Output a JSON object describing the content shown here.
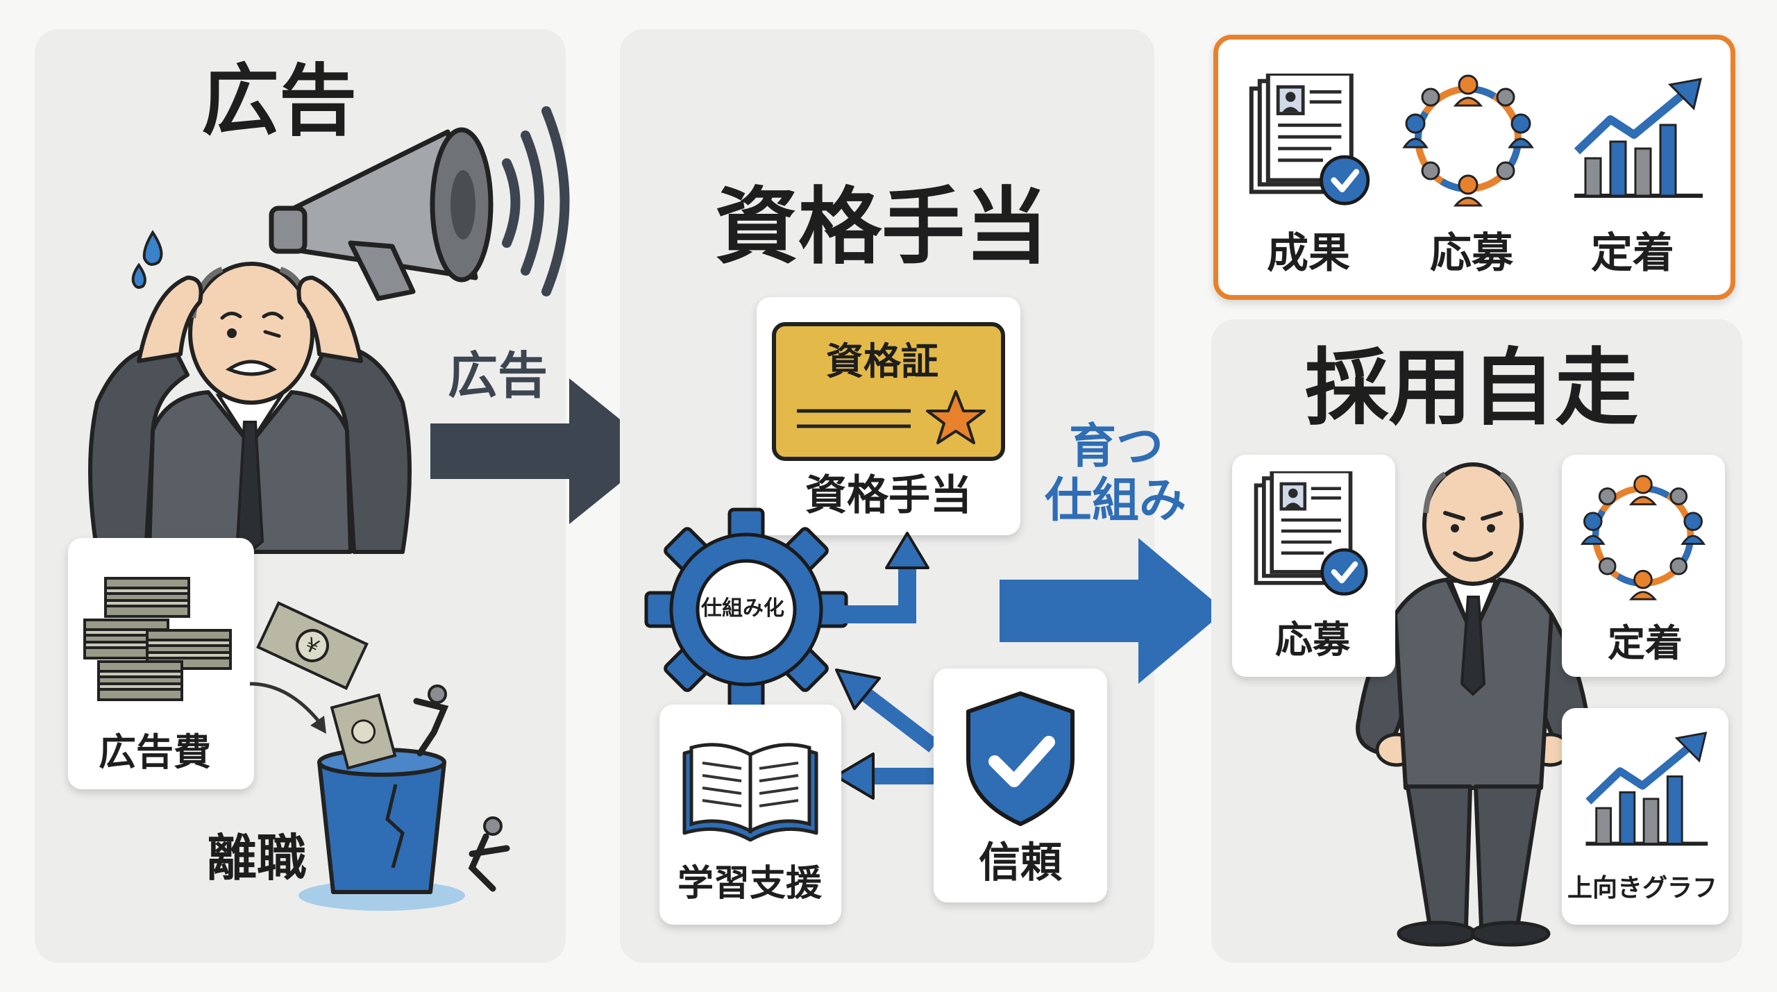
{
  "panel_ad": {
    "title": "広告",
    "ad_cost_label": "広告費",
    "turnover_label": "離職"
  },
  "arrow_ad": {
    "label": "広告"
  },
  "panel_allowance": {
    "title": "資格手当",
    "certificate_card": {
      "title": "資格証",
      "caption": "資格手当"
    },
    "gear_label": "仕組み化",
    "learning_support_label": "学習支援",
    "trust_label": "信頼"
  },
  "arrow_grow": {
    "line1": "育つ",
    "line2": "仕組み"
  },
  "results_box": {
    "items": [
      {
        "label": "成果",
        "icon": "document-check-icon"
      },
      {
        "label": "応募",
        "icon": "people-circle-icon"
      },
      {
        "label": "定着",
        "icon": "bar-chart-up-icon"
      }
    ]
  },
  "panel_self_running": {
    "title": "採用自走",
    "applications_label": "応募",
    "retention_label": "定着",
    "graph_label": "上向きグラフ"
  },
  "colors": {
    "blue": "#2f6db5",
    "orange": "#e8812c",
    "dark_arrow": "#3c4550",
    "gold": "#e3b94a",
    "panel": "#ededec"
  }
}
